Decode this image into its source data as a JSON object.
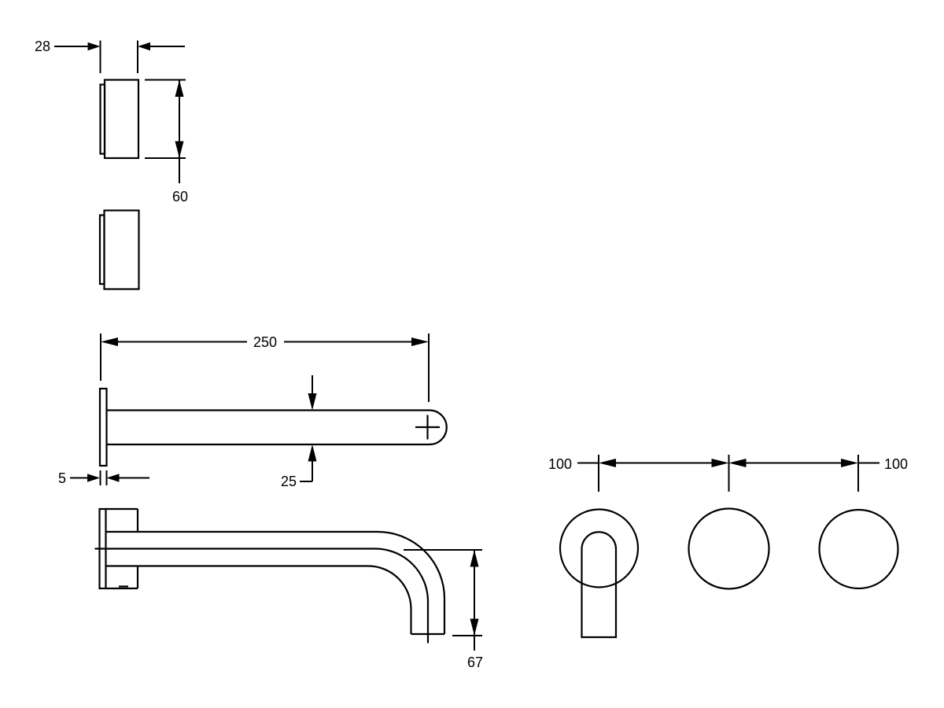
{
  "drawing": {
    "background": "#ffffff",
    "line_color": "#000000",
    "views": {
      "handle_side": {
        "width_mm": "28",
        "height_mm": "60"
      },
      "spout_top": {
        "reach_mm": "250",
        "plate_thickness_mm": "5",
        "spout_width_mm": "25"
      },
      "spout_side": {
        "drop_mm": "67"
      },
      "front": {
        "left_spacing_mm": "100",
        "right_spacing_mm": "100"
      }
    }
  }
}
